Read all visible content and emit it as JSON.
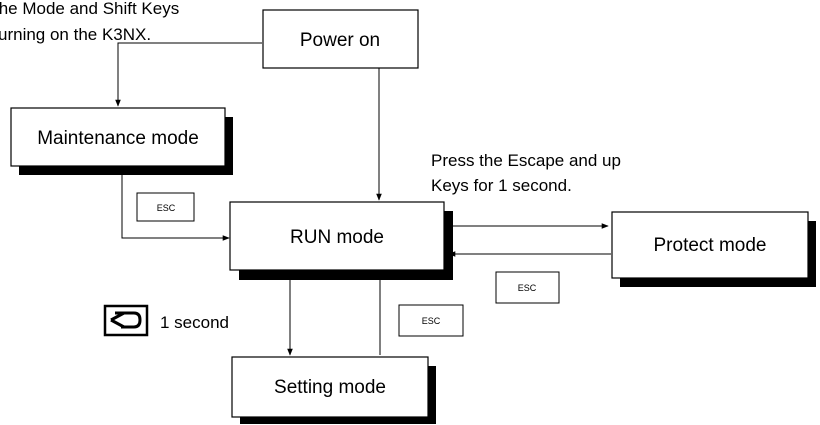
{
  "note": {
    "line1": "the Mode and Shift Keys",
    "line2": "urning on the K3NX."
  },
  "nodes": {
    "power_on": "Power on",
    "maintenance": "Maintenance mode",
    "run": "RUN mode",
    "protect": "Protect mode",
    "setting": "Setting mode"
  },
  "keys": {
    "esc": "ESC"
  },
  "labels": {
    "escape_up_line1": "Press the Escape and up",
    "escape_up_line2": "Keys for 1 second.",
    "one_second": "1 second"
  },
  "icons": {
    "mode_key": "mode-key-icon"
  }
}
